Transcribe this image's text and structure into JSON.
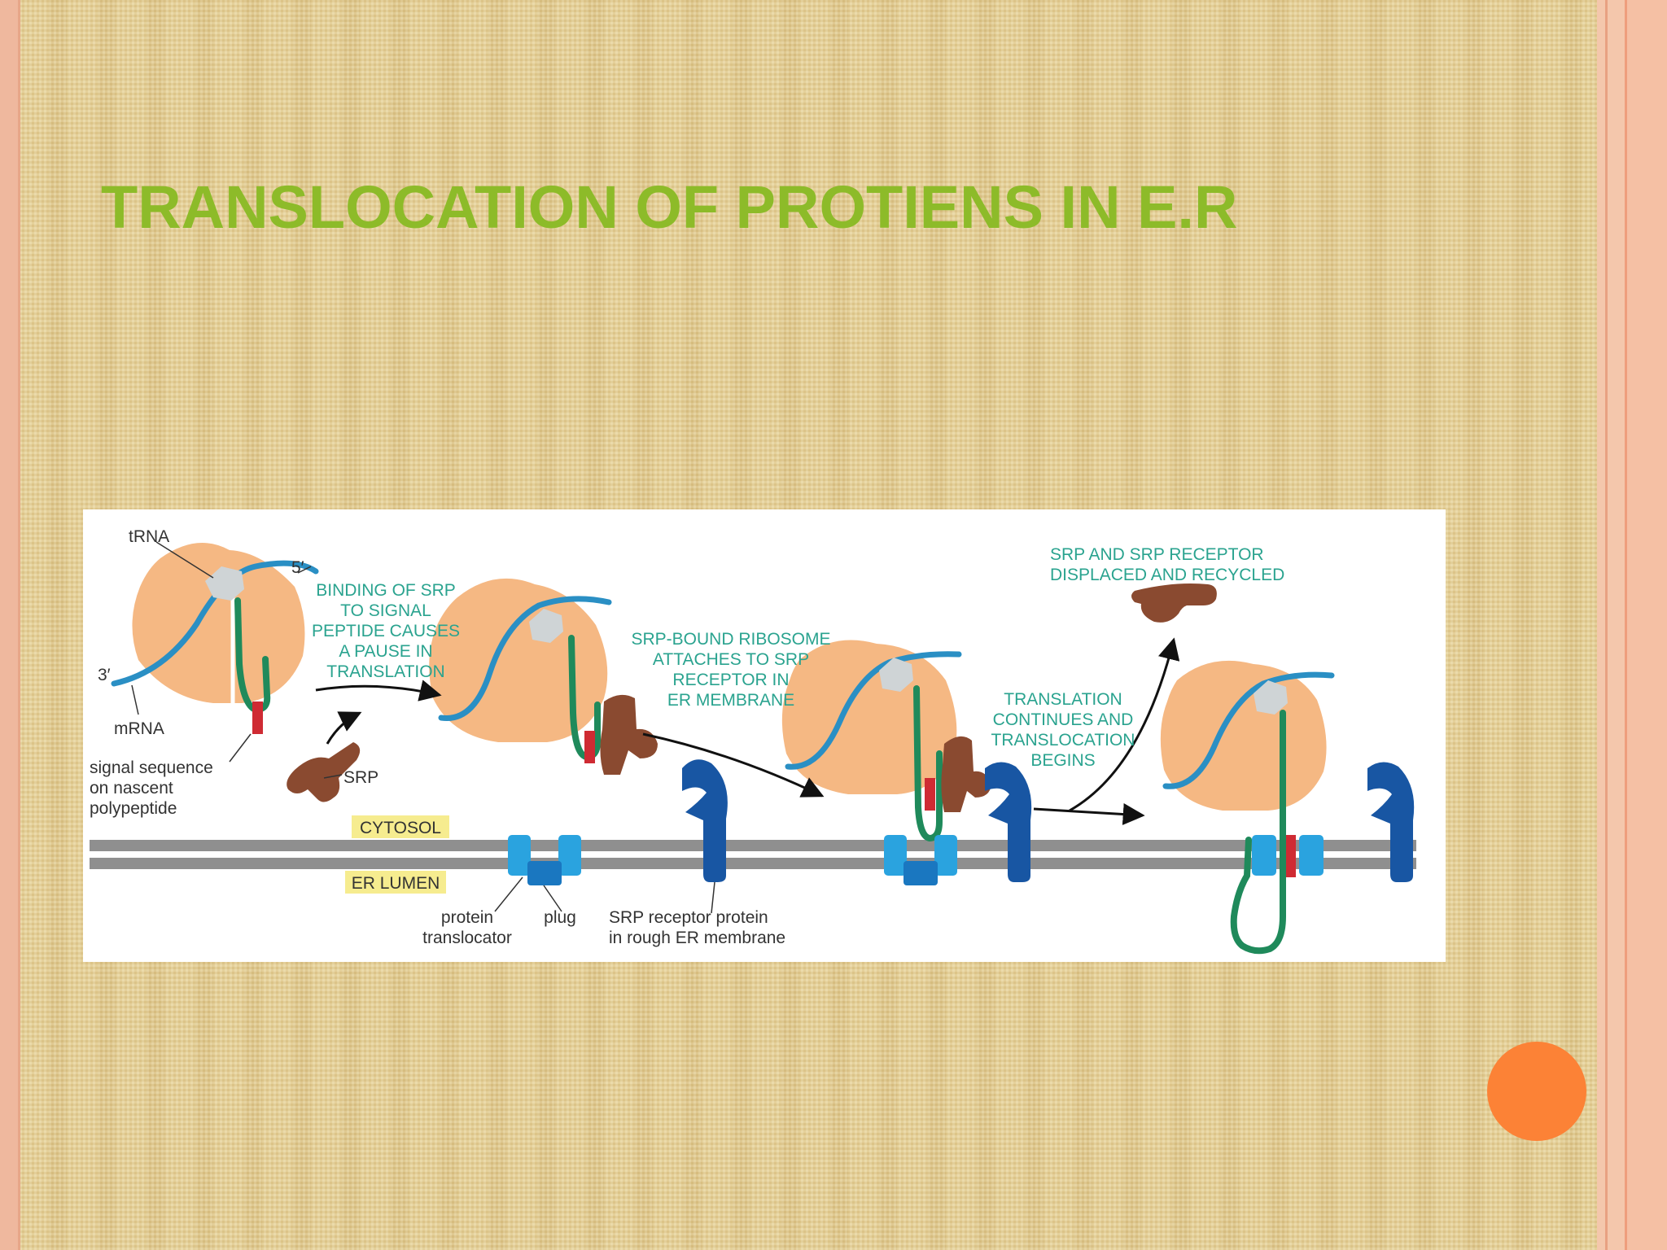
{
  "slide": {
    "title": "TRANSLOCATION OF PROTIENS IN E.R"
  },
  "diagram": {
    "labels": {
      "trna": "tRNA",
      "five_prime": "5′",
      "three_prime": "3′",
      "mrna": "mRNA",
      "signal_sequence": [
        "signal sequence",
        "on nascent",
        "polypeptide"
      ],
      "srp": "SRP",
      "cytosol": "CYTOSOL",
      "er_lumen": "ER LUMEN",
      "protein_translocator": [
        "protein",
        "translocator"
      ],
      "plug": "plug",
      "srp_receptor": [
        "SRP receptor protein",
        "in rough ER membrane"
      ]
    },
    "notes": {
      "step1": [
        "BINDING OF SRP",
        "TO SIGNAL",
        "PEPTIDE CAUSES",
        "A PAUSE IN",
        "TRANSLATION"
      ],
      "step2": [
        "SRP-BOUND RIBOSOME",
        "ATTACHES TO SRP",
        "RECEPTOR IN",
        "ER MEMBRANE"
      ],
      "step3": [
        "TRANSLATION",
        "CONTINUES AND",
        "TRANSLOCATION",
        "BEGINS"
      ],
      "step4": [
        "SRP AND SRP RECEPTOR",
        "DISPLACED AND RECYCLED"
      ]
    },
    "colors": {
      "ribosome": "#f5b883",
      "mrna": "#2a8fc4",
      "polypeptide": "#1f8a5b",
      "signal_peptide": "#cf2b33",
      "srp": "#8a4a30",
      "translocator": "#2aa3df",
      "srp_receptor": "#1856a3",
      "membrane": "#8f8f8f",
      "note_text": "#2aa38f",
      "tag_background": "#f6ec8f"
    }
  },
  "decor": {
    "title_color": "#8dbb29",
    "dot_color": "#fc8236"
  }
}
